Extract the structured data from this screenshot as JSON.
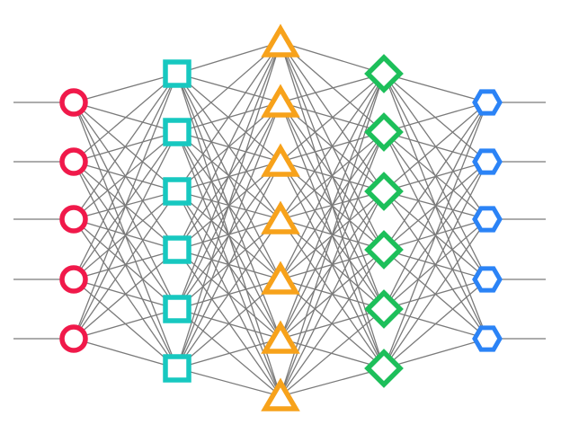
{
  "diagram": {
    "type": "fully-connected neural network",
    "edge_color": "#7a7a7a",
    "layers": [
      {
        "shape": "circle",
        "color": "#F0194A",
        "nodes": 5
      },
      {
        "shape": "square",
        "color": "#17C8C0",
        "nodes": 6
      },
      {
        "shape": "triangle",
        "color": "#F7A21B",
        "nodes": 7
      },
      {
        "shape": "diamond",
        "color": "#1DBF5A",
        "nodes": 6
      },
      {
        "shape": "hexagon",
        "color": "#2B83F6",
        "nodes": 5
      }
    ],
    "input_lines": true,
    "output_lines": true
  }
}
